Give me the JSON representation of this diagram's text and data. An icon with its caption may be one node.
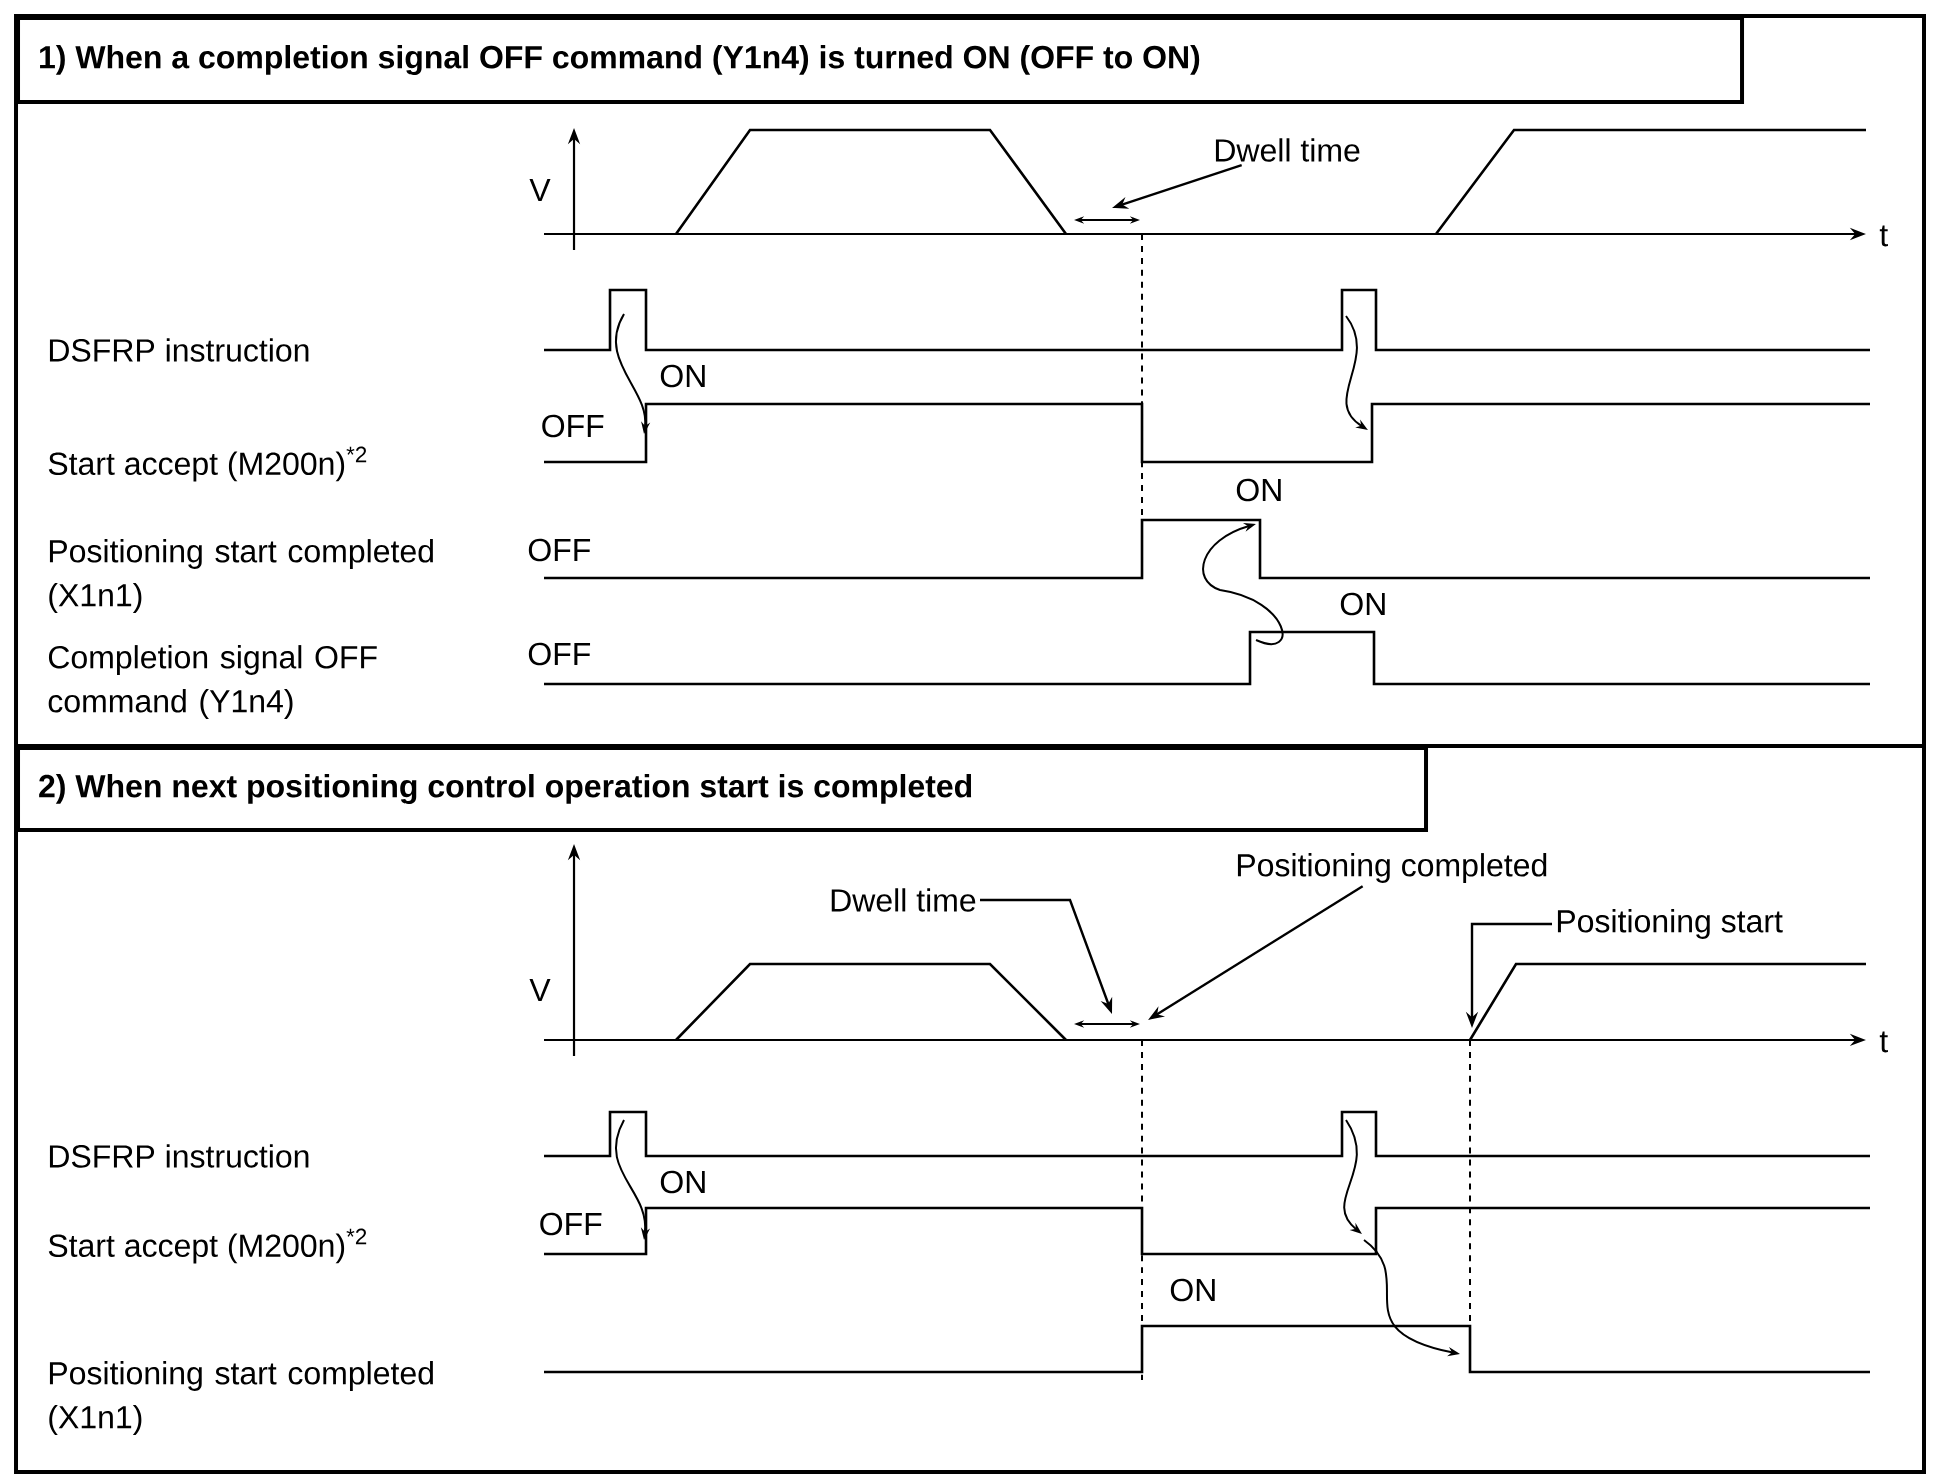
{
  "diagram": {
    "nodes": [
      {
        "text": [
          "1) When a completion signal OFF command (Y1n4) is turned ON (OFF to ON)"
        ]
      },
      {
        "text": [
          "Dwell time"
        ]
      },
      {
        "text": [
          "2) When next positioning control operation start is completed"
        ]
      },
      {
        "text": [
          "Dwell time"
        ]
      },
      {
        "text": [
          "Positioning completed"
        ]
      },
      {
        "text": [
          "Positioning start"
        ]
      }
    ],
    "edges": [
      {
        "from": 1,
        "to": null,
        "arrow": "to"
      },
      {
        "from": 3,
        "to": null,
        "arrow": "to"
      },
      {
        "from": 4,
        "to": null,
        "arrow": "to"
      },
      {
        "from": 5,
        "to": null,
        "arrow": "to"
      }
    ],
    "labels": [
      "V",
      "t",
      "DSFRP instruction",
      "ON",
      "OFF",
      "Start accept (M200n)$^{*2}$",
      "ON",
      "Positioning start completed (X1n1)",
      "OFF",
      "ON",
      "Completion signal OFF command (Y1n4)",
      "OFF",
      "V",
      "t",
      "DSFRP instruction",
      "ON",
      "OFF",
      "Start accept (M200n)$^{*2}$",
      "ON",
      "Positioning start completed (X1n1)"
    ]
  }
}
